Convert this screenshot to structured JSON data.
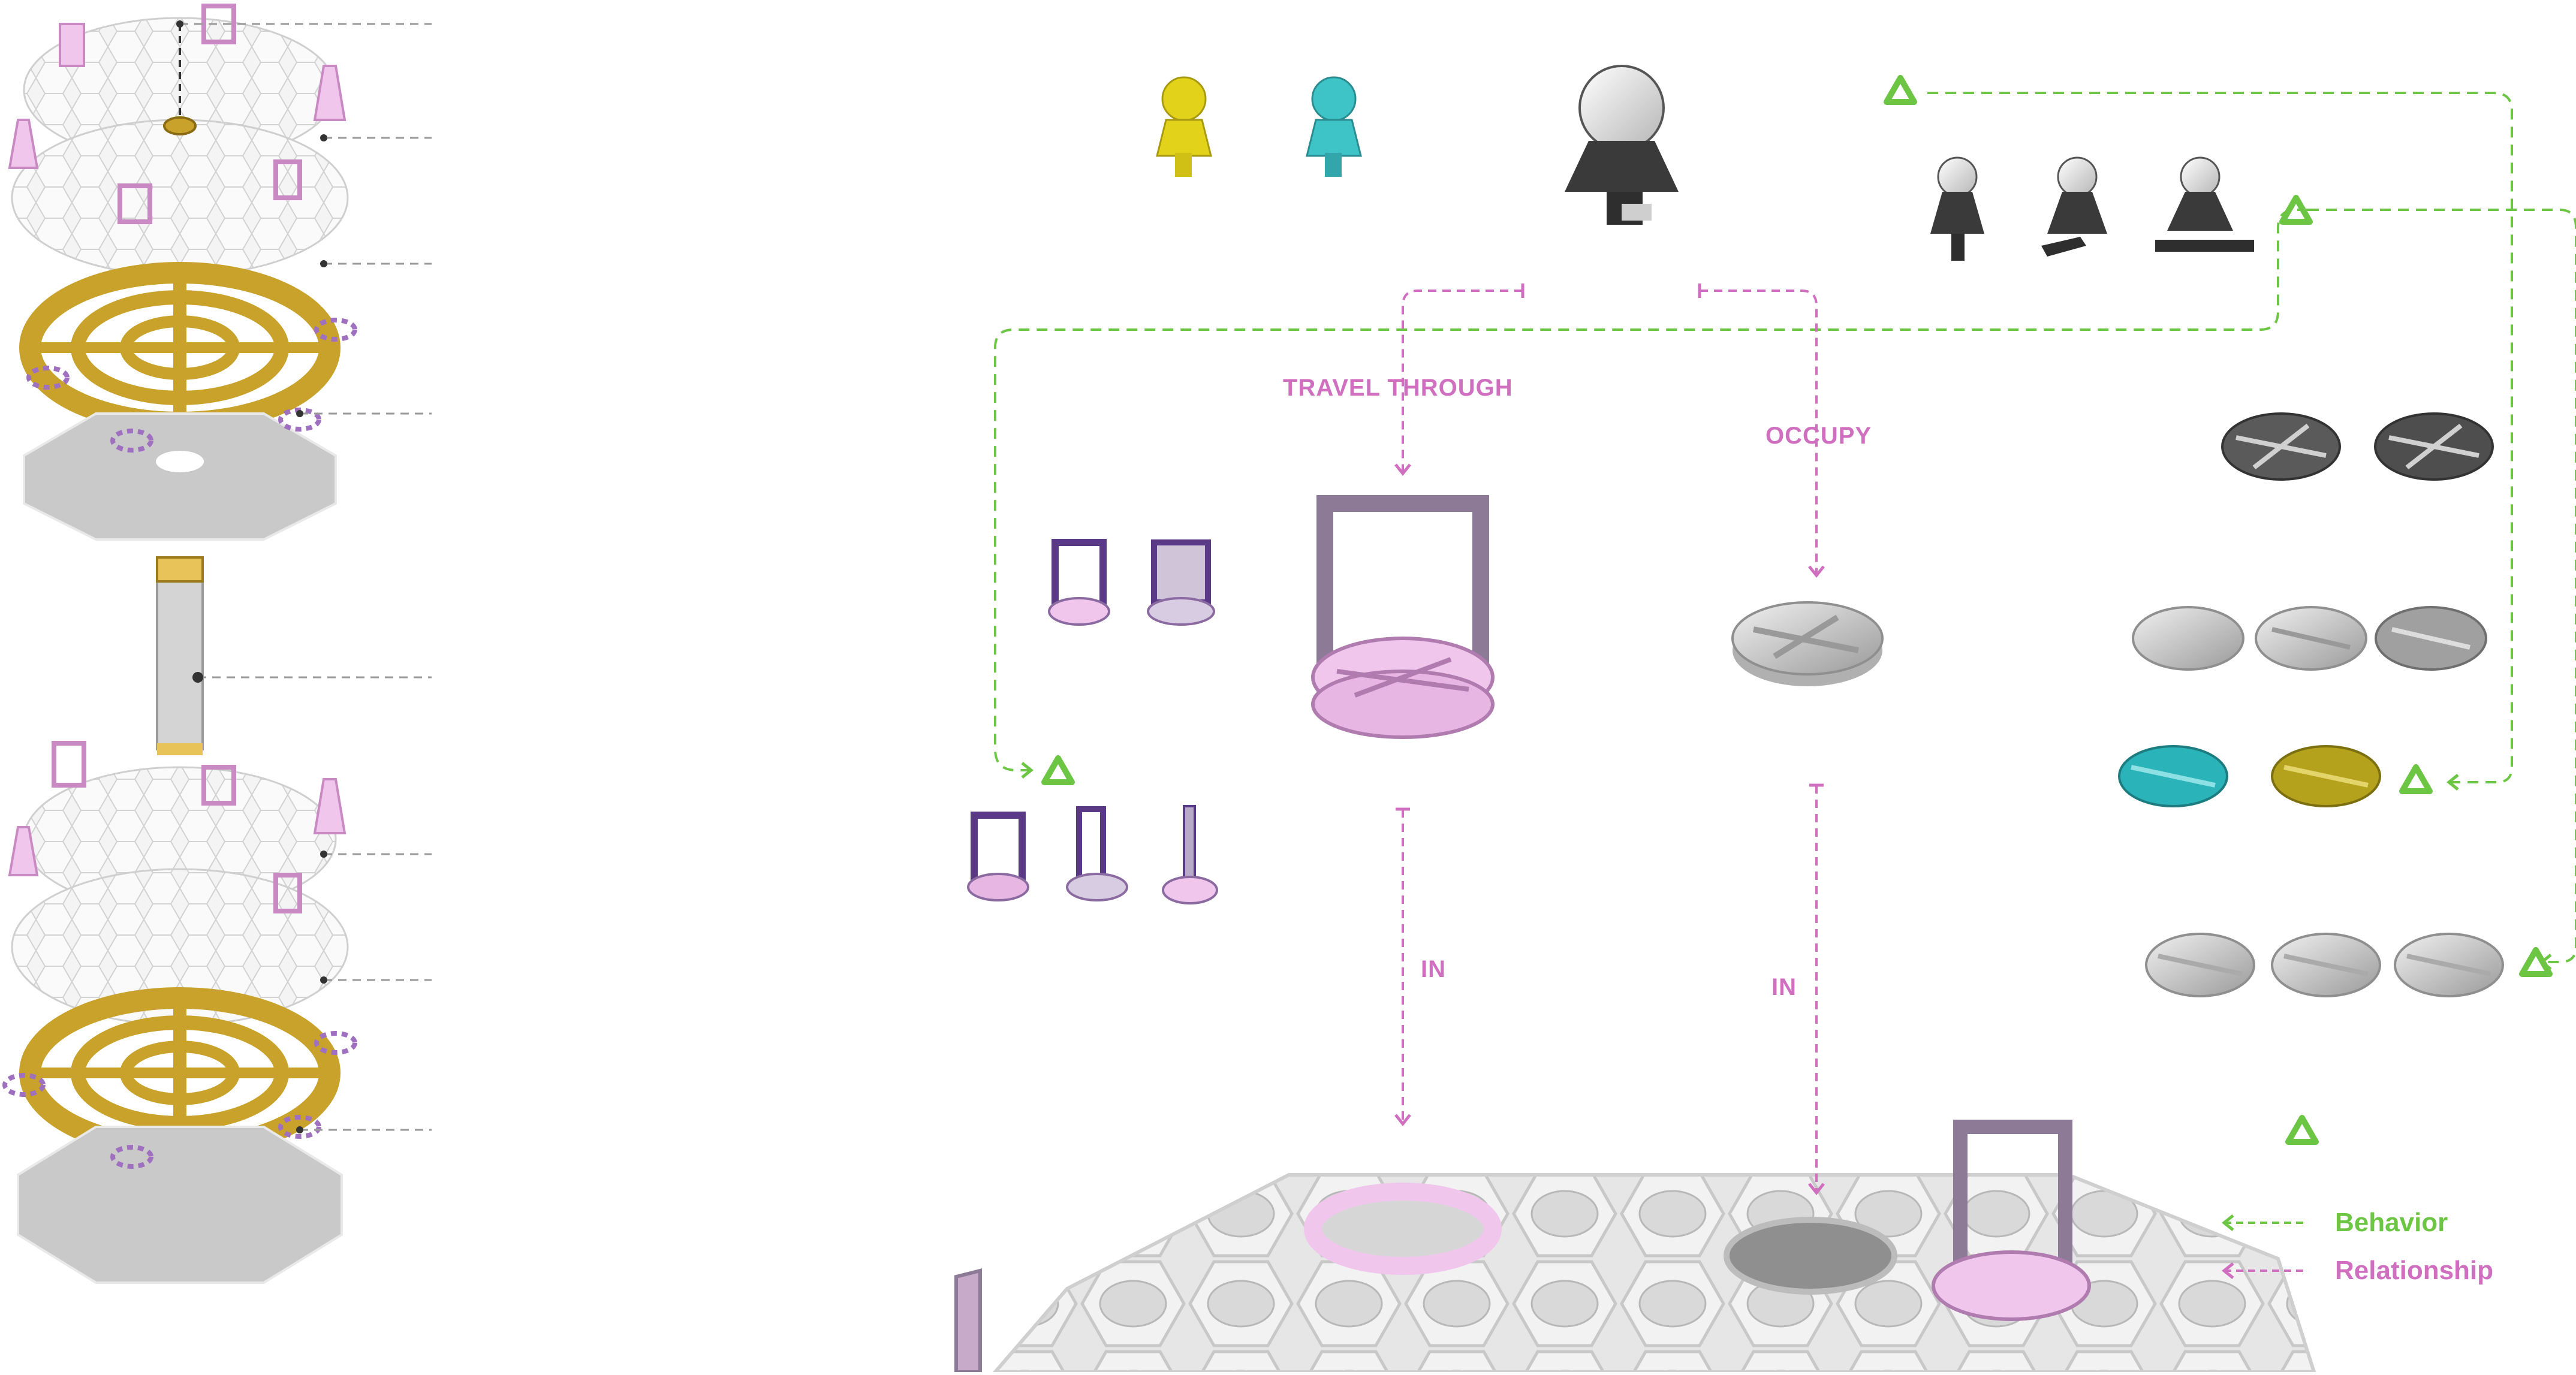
{
  "labels": {
    "travel_through": "TRAVEL THROUGH",
    "occupy": "OCCUPY",
    "in_left": "IN",
    "in_right": "IN"
  },
  "legend": {
    "behavior": "Behavior",
    "relationship": "Relationship"
  },
  "colors": {
    "behavior": "#6cc644",
    "relationship": "#d06ec0",
    "gold": "#c9a22b",
    "pink": "#f0c6ec",
    "purple": "#5a3a86",
    "dark": "#3a3a3a",
    "yellow": "#e2d21a",
    "teal": "#3ec3c7",
    "olive": "#b5a21c",
    "cyan_piece": "#2ab3b8",
    "grey": "#bdbdbd"
  },
  "icons": {
    "behavior_marker": "triangle-outline-icon",
    "arrow": "arrow-left-icon"
  }
}
